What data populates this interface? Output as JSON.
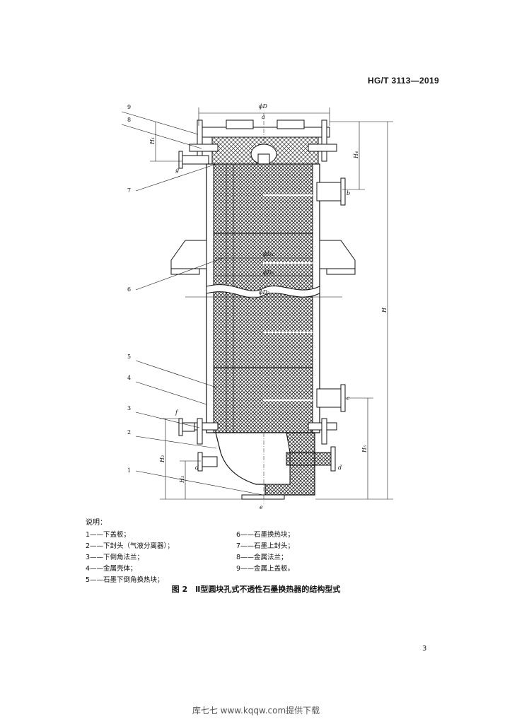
{
  "header": {
    "standard_no": "HG/T 3113—2019"
  },
  "figure": {
    "dims": {
      "phiD_top": "ϕD",
      "a": "a",
      "b": "b",
      "c": "c",
      "d": "d",
      "e": "e",
      "f": "f",
      "g": "g",
      "H": "H",
      "H1": "H₁",
      "H2": "H₂",
      "H3": "H₃",
      "H4": "H₄",
      "H5": "H₅",
      "phiD1": "ϕD₁",
      "phiD2": "ϕD₂",
      "phiD3": "ϕD₃"
    },
    "callouts": [
      "9",
      "8",
      "7",
      "6",
      "5",
      "4",
      "3",
      "2",
      "1"
    ]
  },
  "legend": {
    "title": "说明：",
    "items": [
      "1——下盖板；",
      "2——下封头（气液分离器）；",
      "3——下倒角法兰；",
      "4——金属壳体；",
      "5——石墨下倒角换热块；",
      "6——石墨换热块；",
      "7——石墨上封头；",
      "8——金属法兰；",
      "9——金属上盖板。"
    ]
  },
  "caption": "图 2　Ⅱ型圆块孔式不透性石墨换热器的结构型式",
  "page_number": "3",
  "watermark": "库七七 www.kqqw.com提供下载"
}
